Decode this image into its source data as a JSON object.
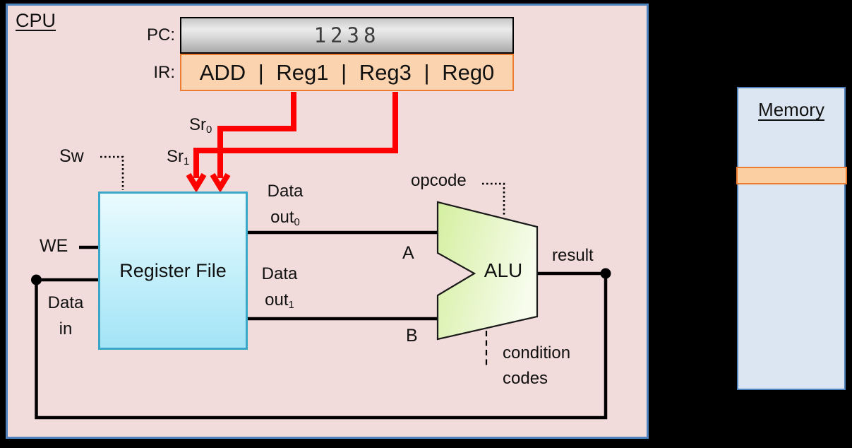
{
  "cpu": {
    "title": "CPU",
    "pc": {
      "label": "PC:",
      "value": "1238"
    },
    "ir": {
      "label": "IR:",
      "value": "ADD | Reg1 | Reg3 | Reg0"
    },
    "register_file": {
      "label": "Register File"
    },
    "alu": {
      "label": "ALU"
    },
    "signals": {
      "sw": "Sw",
      "we": "WE",
      "sr0": {
        "base": "Sr",
        "sub": "0"
      },
      "sr1": {
        "base": "Sr",
        "sub": "1"
      },
      "data_out0": {
        "line1": "Data",
        "base": "out",
        "sub": "0"
      },
      "data_out1": {
        "line1": "Data",
        "base": "out",
        "sub": "1"
      },
      "data_in": {
        "line1": "Data",
        "line2": "in"
      },
      "a": "A",
      "b": "B",
      "opcode": "opcode",
      "result": "result",
      "condition": {
        "line1": "condition",
        "line2": "codes"
      }
    }
  },
  "memory": {
    "title": "Memory"
  },
  "colors": {
    "background": "#000000",
    "cpu_fill": "#F2DCDB",
    "box_border_blue": "#4F81BD",
    "ir_fill": "#FBD3AE",
    "ir_border_orange": "#ED7D31",
    "register_file_fill": "#A3E4F6",
    "register_file_border": "#3AA7C9",
    "alu_fill": "#D7F0A0",
    "memory_fill": "#DCE6F2",
    "memory_highlight_fill": "#FBCFA2",
    "wire_black": "#000000",
    "select_wire_red": "#FF0000",
    "pc_value_gray": "#3D3D3D"
  }
}
